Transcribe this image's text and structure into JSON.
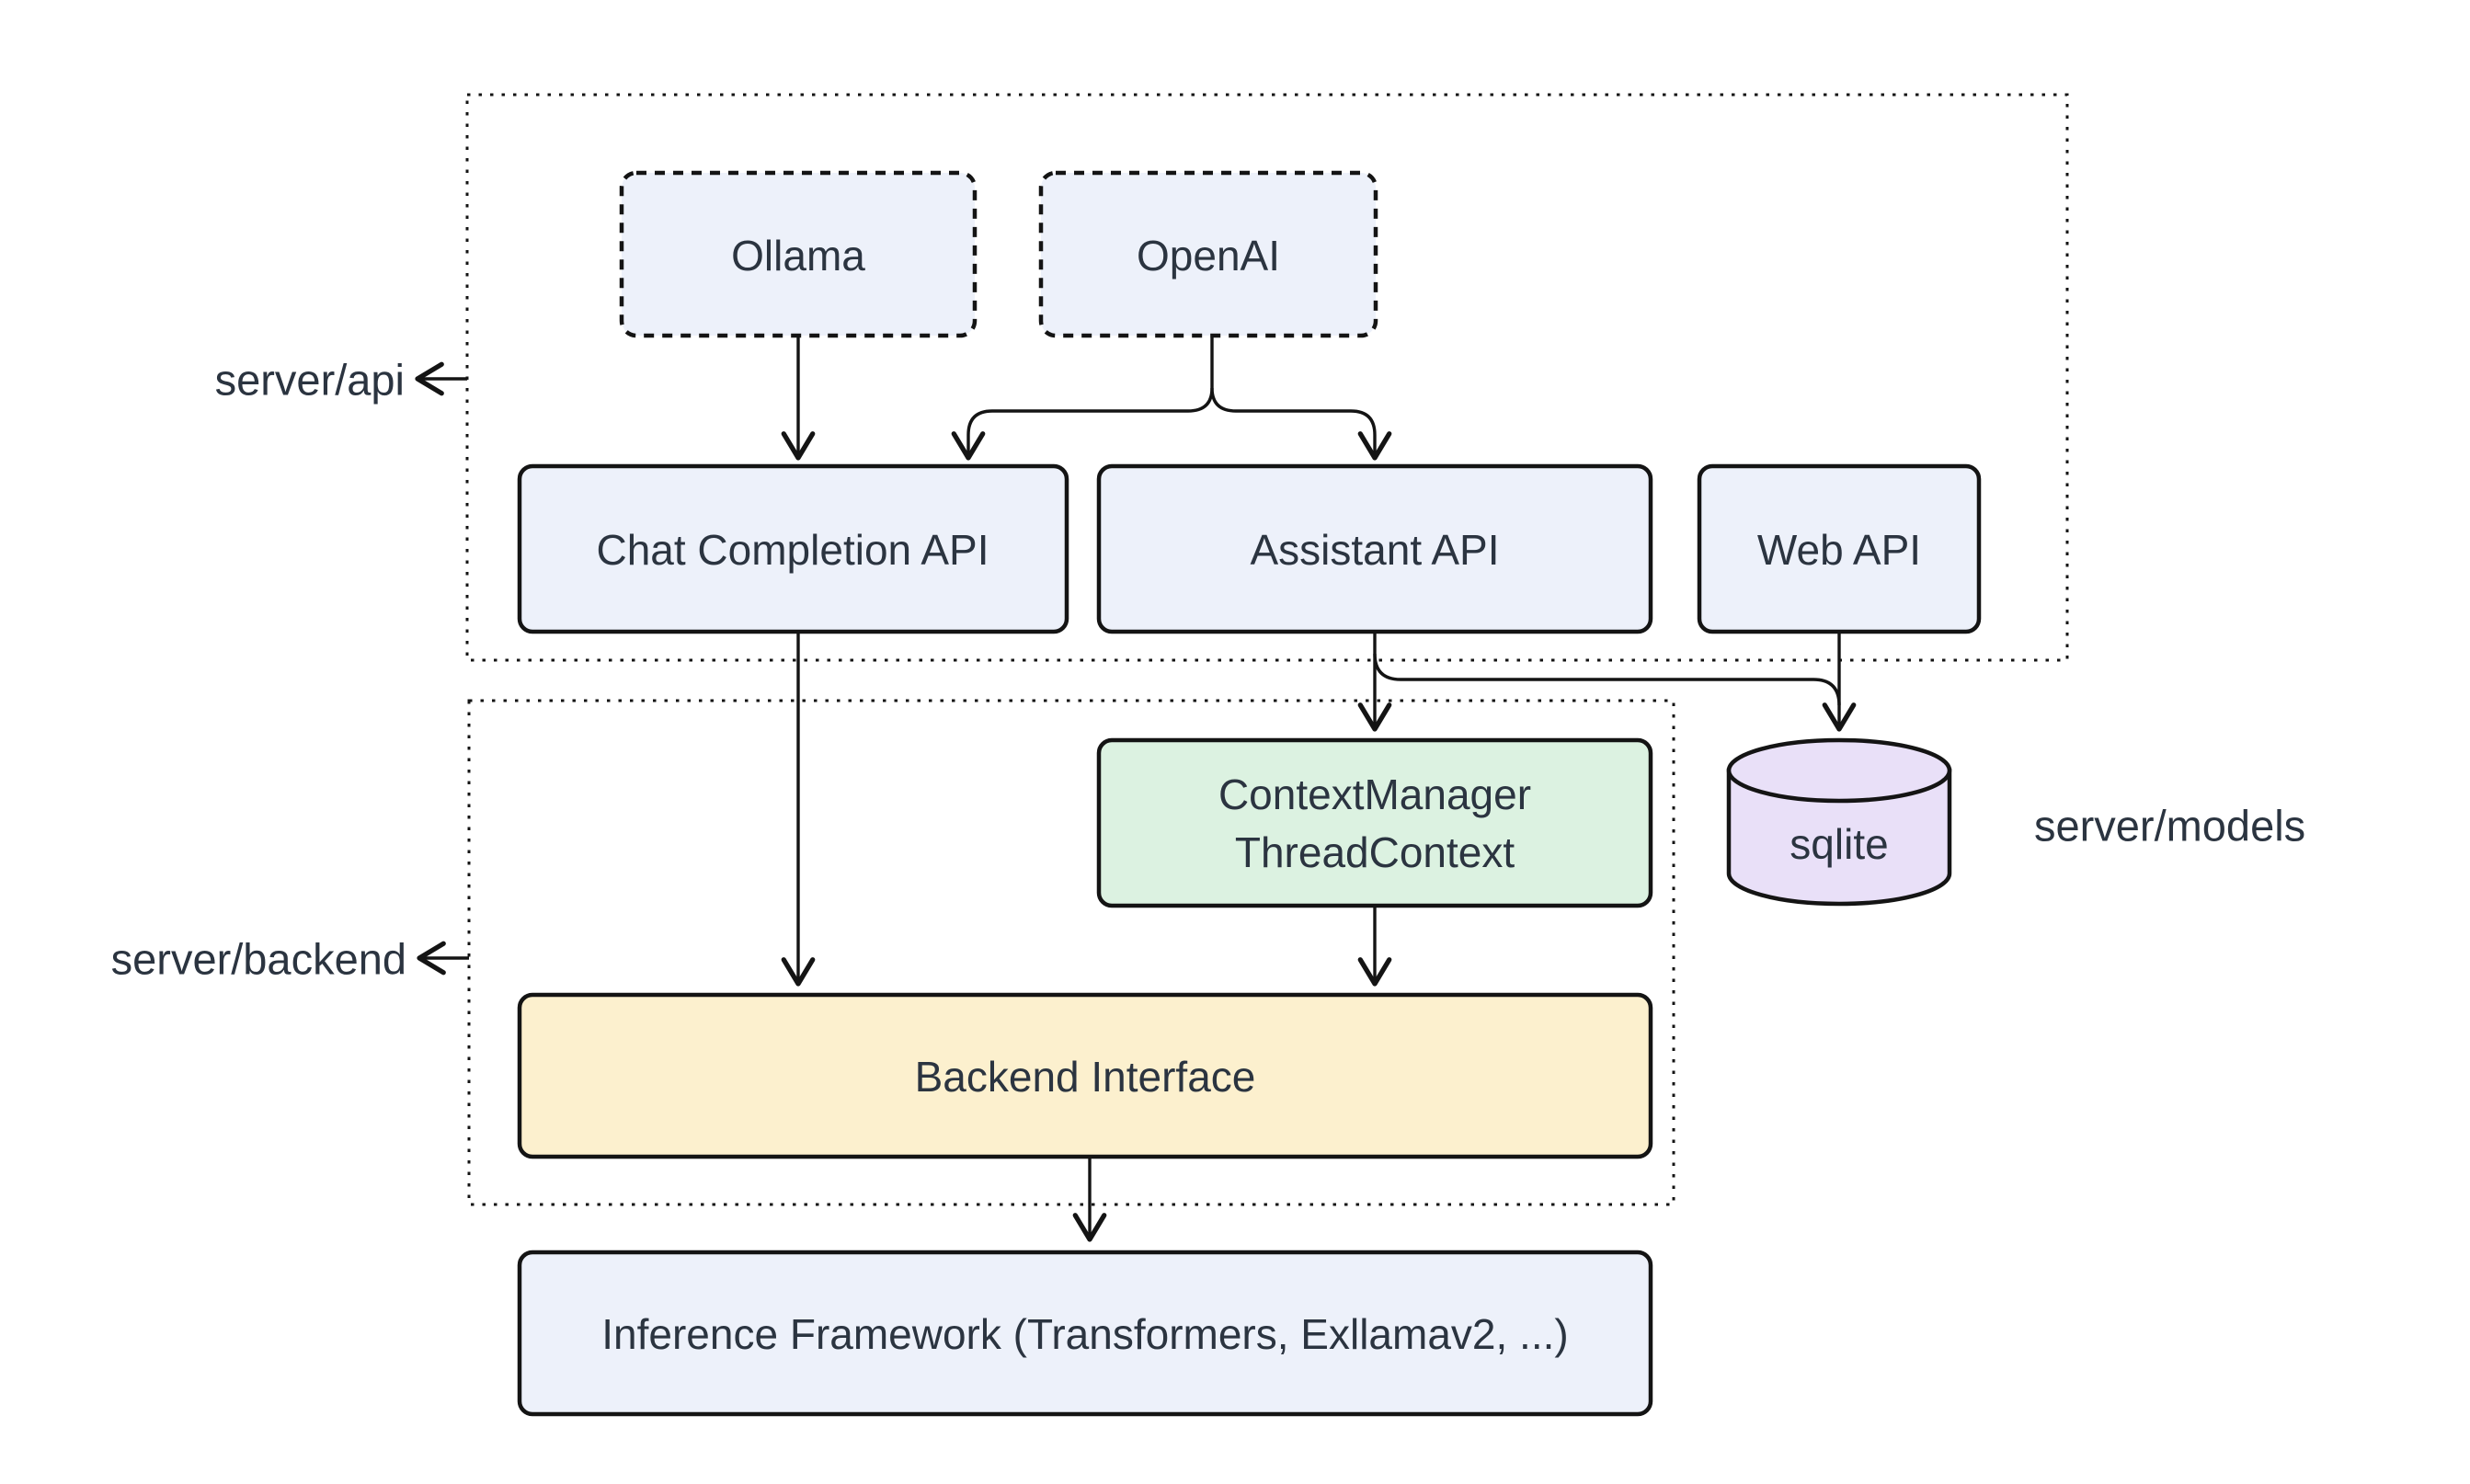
{
  "page": {
    "background": "#ffffff"
  },
  "diagram": {
    "colors": {
      "node_fill_blue": "#edf1fa",
      "node_fill_green": "#dcf2e1",
      "node_fill_yellow": "#fcf0ce",
      "node_fill_purple": "#e9e0f8",
      "stroke": "#141414",
      "text": "#2b3440"
    },
    "containers": {
      "server_api": {
        "label": "server/api"
      },
      "server_backend": {
        "label": "server/backend"
      }
    },
    "nodes": {
      "ollama": {
        "label": "Ollama"
      },
      "openai": {
        "label": "OpenAI"
      },
      "chat_completion_api": {
        "label": "Chat Completion API"
      },
      "assistant_api": {
        "label": "Assistant API"
      },
      "web_api": {
        "label": "Web API"
      },
      "context_manager": {
        "line1": "ContextManager",
        "line2": "ThreadContext"
      },
      "sqlite": {
        "label": "sqlite"
      },
      "backend_interface": {
        "label": "Backend Interface"
      },
      "inference_framework": {
        "label": "Inference Framework (Transformers, Exllamav2, ...)"
      }
    },
    "annotations": {
      "server_models": {
        "label": "server/models"
      }
    },
    "edges": [
      {
        "from": "Ollama",
        "to": "Chat Completion API"
      },
      {
        "from": "OpenAI",
        "to": "Chat Completion API"
      },
      {
        "from": "OpenAI",
        "to": "Assistant API"
      },
      {
        "from": "Chat Completion API",
        "to": "Backend Interface"
      },
      {
        "from": "Assistant API",
        "to": "ContextManager ThreadContext"
      },
      {
        "from": "Assistant API",
        "to": "sqlite"
      },
      {
        "from": "Web API",
        "to": "sqlite"
      },
      {
        "from": "ContextManager ThreadContext",
        "to": "Backend Interface"
      },
      {
        "from": "Backend Interface",
        "to": "Inference Framework (Transformers, Exllamav2, ...)"
      }
    ]
  }
}
